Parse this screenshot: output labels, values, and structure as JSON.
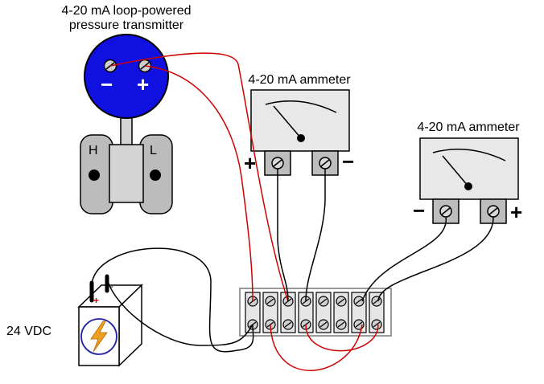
{
  "transmitter": {
    "title_line1": "4-20 mA loop-powered",
    "title_line2": "pressure transmitter",
    "neg_sign": "−",
    "pos_sign": "+",
    "high_port": "H",
    "low_port": "L"
  },
  "ammeter_left": {
    "title": "4-20 mA ammeter",
    "pos_sign": "+",
    "neg_sign": "−"
  },
  "ammeter_right": {
    "title": "4-20 mA ammeter",
    "neg_sign": "−",
    "pos_sign": "+"
  },
  "battery": {
    "label": "24 VDC",
    "pos_sign": "+",
    "neg_sign": "-"
  },
  "colors": {
    "transmitter_body": "#1010e0",
    "wire_red": "#d00000",
    "wire_black": "#000000",
    "meter_face": "#e8e8e8",
    "housing_gray": "#bbbbbb",
    "lightning": "#f0a020",
    "battery_pos": "#cc0000"
  },
  "terminal_strip": {
    "terminal_count": 8
  }
}
